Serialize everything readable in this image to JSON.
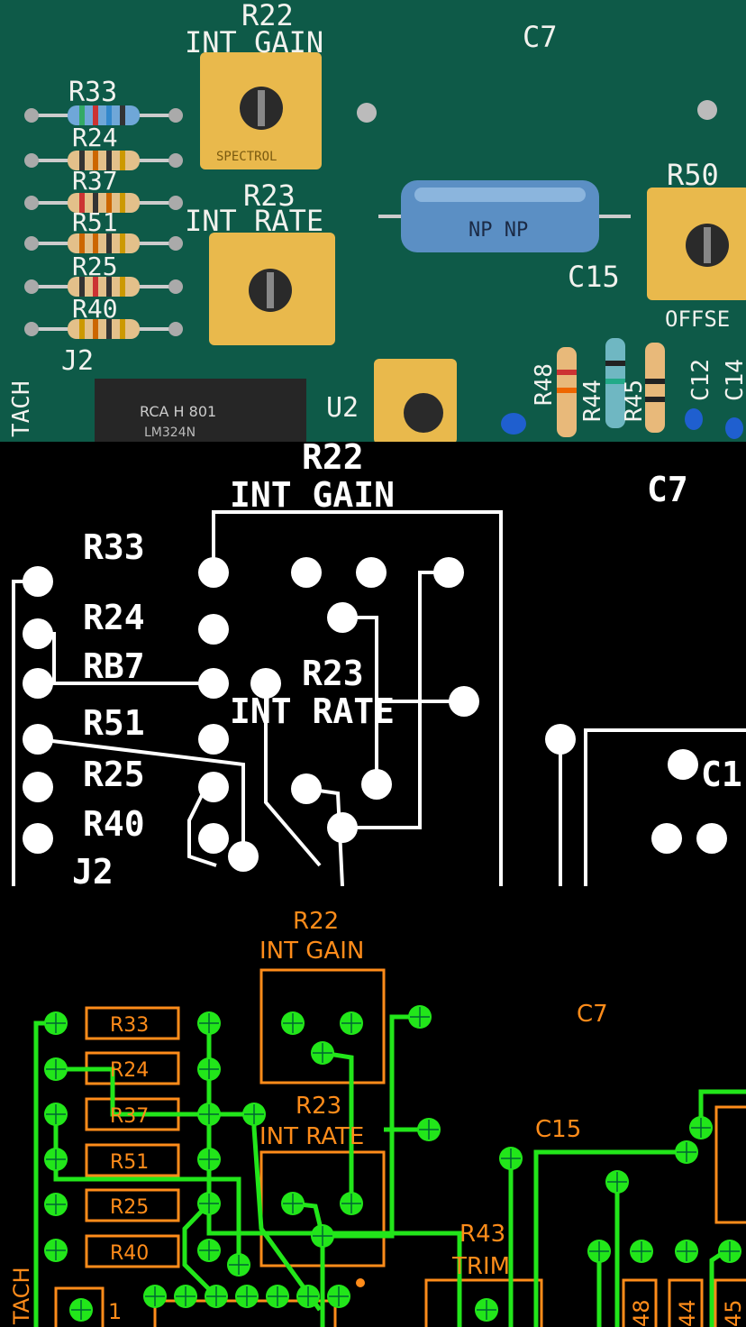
{
  "photo": {
    "labels": {
      "r22": "R22",
      "int_gain": "INT GAIN",
      "c7": "C7",
      "r33": "R33",
      "r24": "R24",
      "r37": "R37",
      "r51": "R51",
      "r25": "R25",
      "r40": "R40",
      "r23": "R23",
      "int_rate": "INT RATE",
      "r50": "R50",
      "c15": "C15",
      "offset": "OFFSE",
      "r48": "R48",
      "r44": "R44",
      "r45": "R45",
      "c12": "C12",
      "c14": "C14",
      "u2": "U2",
      "j2": "J2",
      "tach": "TACH",
      "ic_line1": "LM324N",
      "ic_line2": "RCA H 801",
      "pot_brand": "SPECTROL",
      "cap_marking": "NP NP"
    },
    "colors": {
      "board": "#0e5a48",
      "pot": "#e9b94c",
      "capacitor": "#5b8fc4"
    }
  },
  "mask": {
    "labels": {
      "r22": "R22",
      "int_gain": "INT GAIN",
      "c7": "C7",
      "r33": "R33",
      "r24": "R24",
      "r37": "RB7",
      "r23": "R23",
      "int_rate": "INT RATE",
      "r51": "R51",
      "r25": "R25",
      "r40": "R40",
      "j2": "J2",
      "c1": "C1"
    }
  },
  "cad": {
    "labels": {
      "r22": "R22",
      "int_gain": "INT GAIN",
      "c7": "C7",
      "r33": "R33",
      "r24": "R24",
      "r37": "R37",
      "r51": "R51",
      "r25": "R25",
      "r40": "R40",
      "r23": "R23",
      "int_rate": "INT RATE",
      "c15": "C15",
      "r43": "R43",
      "trim": "TRIM",
      "tach": "TACH",
      "pin1": "1",
      "r48": "48",
      "r44": "44",
      "r45": "45"
    },
    "colors": {
      "trace": "#22e61a",
      "silkscreen": "#ff8c1a"
    }
  }
}
